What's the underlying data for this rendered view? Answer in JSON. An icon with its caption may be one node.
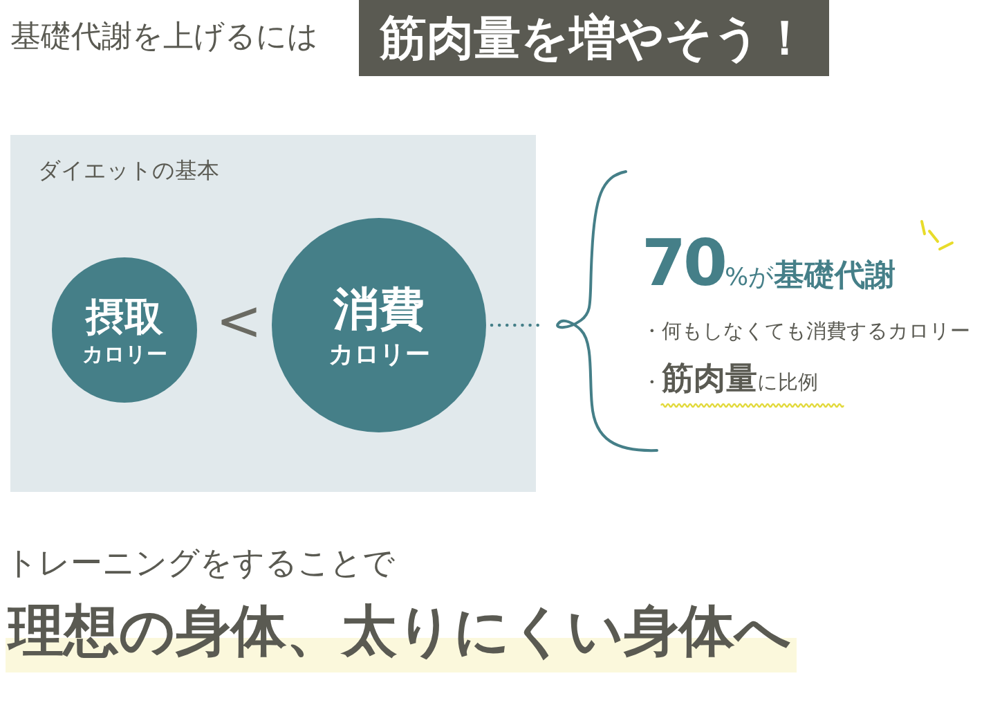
{
  "diagram": {
    "nodes": [
      {
        "text": [
          "ダイエットの基本"
        ]
      },
      {
        "text": [
          "摂取",
          "カロリー"
        ],
        "in": 0
      },
      {
        "text": [
          "消費",
          "カロリー"
        ],
        "in": 0
      },
      {
        "text": [
          "**70**%が**基礎代謝**",
          "・何もしなくても消費するカロリー",
          "・**筋肉量**に比例"
        ]
      }
    ],
    "edges": [
      {
        "from": 2,
        "to": 3,
        "arrow": "none",
        "style": "dashed"
      }
    ],
    "labels": [
      "基礎代謝を上げるには",
      "筋肉量を増やそう！",
      "<",
      "トレーニングをすることで",
      "理想の身体、太りにくい身体へ"
    ]
  }
}
